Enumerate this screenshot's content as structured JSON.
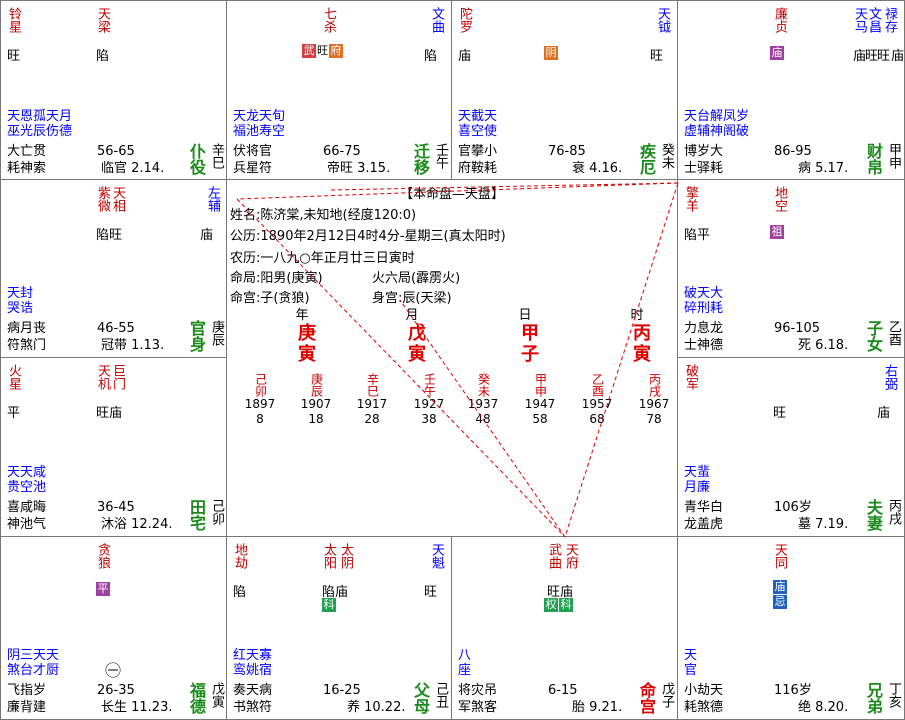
{
  "cells": [
    {
      "id": "si",
      "main": [
        {
          "t": "铃星",
          "c": "#c00000"
        },
        {
          "t": "天梁",
          "c": "#c00000"
        }
      ],
      "bri": [
        "旺",
        "陷"
      ],
      "hua": [],
      "minor": [
        "天恩孤天月",
        "巫光辰伤德"
      ],
      "right_star": "",
      "right_bri": "",
      "boshi": [
        "大亡贯",
        "耗神索"
      ],
      "age": "56-65",
      "ts": "临官",
      "date": "2.14.",
      "palace": "仆役",
      "stem": "辛巳"
    },
    {
      "id": "wu",
      "main": [
        {
          "t": "七杀",
          "c": "#c00000"
        },
        {
          "t": "文曲",
          "c": "#0000ff"
        }
      ],
      "bri": [
        "",
        "陷"
      ],
      "hua": [
        {
          "t": "武",
          "bg": "#d04040"
        },
        {
          "t": "旺",
          "bg": ""
        },
        {
          "t": "府",
          "bg": "#e07020"
        }
      ],
      "minor": [
        "天龙天旬",
        "福池寿空"
      ],
      "right_star": "",
      "right_bri": "",
      "boshi": [
        "伏将官",
        "兵星符"
      ],
      "age": "66-75",
      "ts": "帝旺",
      "date": "3.15.",
      "palace": "迁移",
      "stem": "壬午"
    },
    {
      "id": "wei",
      "main": [
        {
          "t": "陀罗",
          "c": "#c00000"
        },
        {
          "t": "天钺",
          "c": "#0000ff"
        }
      ],
      "bri": [
        "庙",
        "旺"
      ],
      "hua": [
        {
          "t": "阴",
          "bg": "#e07020"
        }
      ],
      "minor": [
        "天截天",
        "喜空使"
      ],
      "right_star": "",
      "right_bri": "",
      "boshi": [
        "官攀小",
        "府鞍耗"
      ],
      "age": "76-85",
      "ts": "衰",
      "date": "4.16.",
      "palace": "疾厄",
      "stem": "癸未"
    },
    {
      "id": "shen",
      "main": [
        {
          "t": "廉贞",
          "c": "#c00000"
        },
        {
          "t": "天马",
          "c": "#0000ff"
        },
        {
          "t": "文昌",
          "c": "#0000ff"
        },
        {
          "t": "禄存",
          "c": "#0000ff"
        }
      ],
      "bri": [
        "庙",
        "旺",
        "旺",
        "庙"
      ],
      "hua": [
        {
          "t": "庙",
          "bg": "#a040a0"
        }
      ],
      "minor": [
        "天台解凤岁",
        "虚辅神阁破"
      ],
      "right_star": "",
      "right_bri": "",
      "boshi": [
        "博岁大",
        "士驿耗"
      ],
      "age": "86-95",
      "ts": "病",
      "date": "5.17.",
      "palace": "财帛",
      "stem": "甲申"
    },
    {
      "id": "chen",
      "main": [
        {
          "t": "紫微",
          "c": "#c00000"
        },
        {
          "t": "天相",
          "c": "#c00000"
        },
        {
          "t": "左辅",
          "c": "#0000ff"
        }
      ],
      "bri": [
        "陷旺",
        "",
        "庙"
      ],
      "hua": [],
      "minor": [
        "天封",
        "哭诰"
      ],
      "right_star": "",
      "right_bri": "",
      "boshi": [
        "病月丧",
        "符煞门"
      ],
      "age": "46-55",
      "ts": "冠带",
      "date": "1.13.",
      "palace": "官身",
      "stem": "庚辰"
    },
    {
      "id": "you",
      "main": [
        {
          "t": "擎羊",
          "c": "#c00000"
        },
        {
          "t": "地空",
          "c": "#c00000"
        }
      ],
      "bri": [
        "陷平"
      ],
      "hua": [
        {
          "t": "祖",
          "bg": "#a040a0"
        }
      ],
      "minor": [
        "破天大",
        "碎刑耗"
      ],
      "right_star": "",
      "right_bri": "",
      "boshi": [
        "力息龙",
        "士神德"
      ],
      "age": "96-105",
      "ts": "死",
      "date": "6.18.",
      "palace": "子女",
      "stem": "乙酉"
    },
    {
      "id": "mao",
      "main": [
        {
          "t": "火星",
          "c": "#c00000"
        },
        {
          "t": "天机",
          "c": "#c00000"
        },
        {
          "t": "巨门",
          "c": "#c00000"
        }
      ],
      "bri": [
        "平",
        "旺庙"
      ],
      "hua": [],
      "minor": [
        "天天咸",
        "贵空池"
      ],
      "right_star": "",
      "right_bri": "",
      "boshi": [
        "喜咸晦",
        "神池气"
      ],
      "age": "36-45",
      "ts": "沐浴",
      "date": "12.24.",
      "palace": "田宅",
      "stem": "己卯"
    },
    {
      "id": "xu",
      "main": [
        {
          "t": "破军",
          "c": "#c00000"
        },
        {
          "t": "右弼",
          "c": "#0000ff"
        }
      ],
      "bri": [
        "旺",
        "庙"
      ],
      "hua": [],
      "minor": [
        "天蜚",
        "月廉"
      ],
      "right_star": "",
      "right_bri": "",
      "boshi": [
        "青华白",
        "龙盖虎"
      ],
      "age": "106岁",
      "ts": "墓",
      "date": "7.19.",
      "palace": "夫妻",
      "stem": "丙戌"
    },
    {
      "id": "yin",
      "main": [
        {
          "t": "贪狼",
          "c": "#c00000"
        }
      ],
      "bri": [],
      "hua": [
        {
          "t": "平",
          "bg": "#a040a0"
        }
      ],
      "minor": [
        "阴三天天",
        "煞台才厨"
      ],
      "right_star": "",
      "right_bri": "",
      "boshi": [
        "飞指岁",
        "廉背建"
      ],
      "age": "26-35",
      "ts": "长生",
      "date": "11.23.",
      "palace": "福德",
      "stem": "戊寅"
    },
    {
      "id": "chou",
      "main": [
        {
          "t": "地劫",
          "c": "#c00000"
        },
        {
          "t": "太阳",
          "c": "#c00000"
        },
        {
          "t": "太阴",
          "c": "#c00000"
        },
        {
          "t": "天魁",
          "c": "#0000ff"
        }
      ],
      "bri": [
        "陷",
        "陷庙",
        "",
        "旺"
      ],
      "hua": [
        {
          "t": "科",
          "bg": "#20a050"
        }
      ],
      "minor": [
        "红天寡",
        "鸾姚宿"
      ],
      "right_star": "",
      "right_bri": "",
      "boshi": [
        "奏天病",
        "书煞符"
      ],
      "age": "16-25",
      "ts": "养",
      "date": "10.22.",
      "palace": "父母",
      "stem": "己丑"
    },
    {
      "id": "zi",
      "main": [
        {
          "t": "武曲",
          "c": "#c00000"
        },
        {
          "t": "天府",
          "c": "#c00000"
        }
      ],
      "bri": [
        "旺庙"
      ],
      "hua": [
        {
          "t": "权",
          "bg": "#20a050"
        },
        {
          "t": "科",
          "bg": "#20a050"
        }
      ],
      "minor": [
        "八",
        "座"
      ],
      "right_star": "",
      "right_bri": "",
      "boshi": [
        "将灾吊",
        "军煞客"
      ],
      "age": "6-15",
      "ts": "胎",
      "date": "9.21.",
      "palace": "命宫",
      "stem": "戊子"
    },
    {
      "id": "hai",
      "main": [
        {
          "t": "天同",
          "c": "#c00000"
        }
      ],
      "bri": [],
      "hua": [
        {
          "t": "庙",
          "bg": "#2060c0"
        },
        {
          "t": "忌",
          "bg": "#2060c0"
        }
      ],
      "minor": [
        "天",
        "官"
      ],
      "right_star": "",
      "right_bri": "",
      "boshi": [
        "小劫天",
        "耗煞德"
      ],
      "age": "116岁",
      "ts": "绝",
      "date": "8.20.",
      "palace": "兄弟",
      "stem": "丁亥"
    }
  ],
  "center": {
    "title": "【本命盘—天盘】",
    "name": "姓名:陈济棠,未知地(经度120:0)",
    "gongli": "公历:1890年2月12日4时4分-星期三(真太阳时)",
    "nongli": "农历:一八九○年正月廿三日寅时",
    "mingju": "命局:阳男(庚寅)",
    "wuxing": "火六局(霹雳火)",
    "minggong": "命宫:子(贪狼)",
    "shengong": "身宫:辰(天梁)",
    "pillars": [
      {
        "label": "年",
        "stem": "庚",
        "branch": "寅"
      },
      {
        "label": "月",
        "stem": "戊",
        "branch": "寅"
      },
      {
        "label": "日",
        "stem": "甲",
        "branch": "子"
      },
      {
        "label": "时",
        "stem": "丙",
        "branch": "寅"
      }
    ],
    "dayun": [
      {
        "g": "己卯",
        "year": "1897",
        "age": "8"
      },
      {
        "g": "庚辰",
        "year": "1907",
        "age": "18"
      },
      {
        "g": "辛巳",
        "year": "1917",
        "age": "28"
      },
      {
        "g": "壬午",
        "year": "1927",
        "age": "38"
      },
      {
        "g": "癸未",
        "year": "1937",
        "age": "48"
      },
      {
        "g": "甲申",
        "year": "1947",
        "age": "58"
      },
      {
        "g": "乙酉",
        "year": "1957",
        "age": "68"
      },
      {
        "g": "丙戌",
        "year": "1967",
        "age": "78"
      }
    ]
  },
  "clock_glyph": "㊀"
}
